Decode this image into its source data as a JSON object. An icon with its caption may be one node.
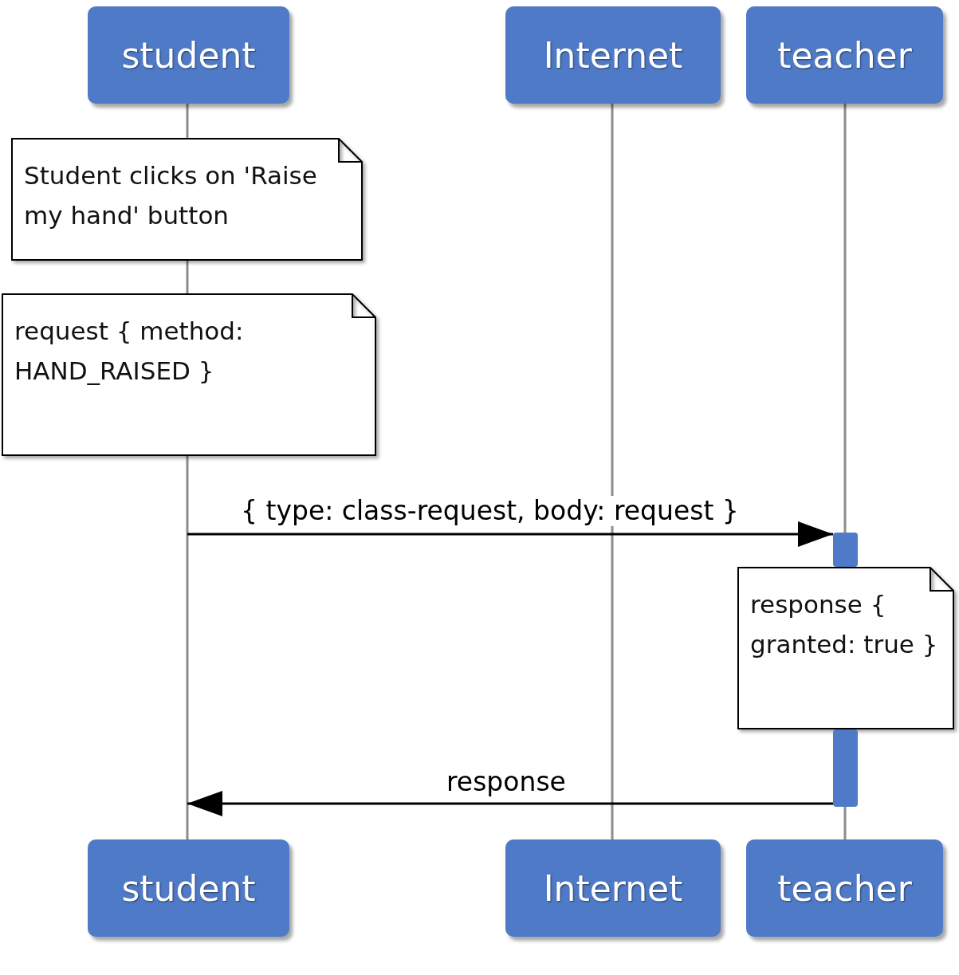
{
  "diagram": {
    "nodes": [
      {
        "text": [
          "student"
        ]
      },
      {
        "text": [
          "Internet"
        ]
      },
      {
        "text": [
          "teacher"
        ]
      },
      {
        "text": [
          "Student clicks on 'Raise my hand' button"
        ]
      },
      {
        "text": [
          "request { method: HAND_RAISED }"
        ]
      },
      {
        "text": [],
        "shape": "bar"
      },
      {
        "text": [
          "response { granted: true }"
        ]
      },
      {
        "text": [],
        "shape": "bar"
      },
      {
        "text": [
          "student"
        ]
      },
      {
        "text": [
          "Internet"
        ]
      },
      {
        "text": [
          "teacher"
        ]
      }
    ],
    "edges": [
      {
        "from": 0,
        "to": 3,
        "arrow": "none",
        "color": "#8c8c8c"
      },
      {
        "from": 3,
        "to": 4,
        "arrow": "none",
        "color": "#8c8c8c"
      },
      {
        "from": 4,
        "to": 8,
        "arrow": "none",
        "color": "#8c8c8c"
      },
      {
        "from": 1,
        "to": 9,
        "arrow": "none",
        "color": "#8c8c8c"
      },
      {
        "from": 2,
        "to": 5,
        "arrow": "none",
        "color": "#8c8c8c"
      },
      {
        "from": 7,
        "to": 10,
        "arrow": "none",
        "color": "#8c8c8c"
      },
      {
        "from": null,
        "to": 5,
        "arrow": "to",
        "label": "{ type: class-request, body: request  }",
        "color": "#000000"
      },
      {
        "from": 7,
        "to": null,
        "arrow": "to",
        "label": "response",
        "color": "#000000"
      }
    ]
  }
}
